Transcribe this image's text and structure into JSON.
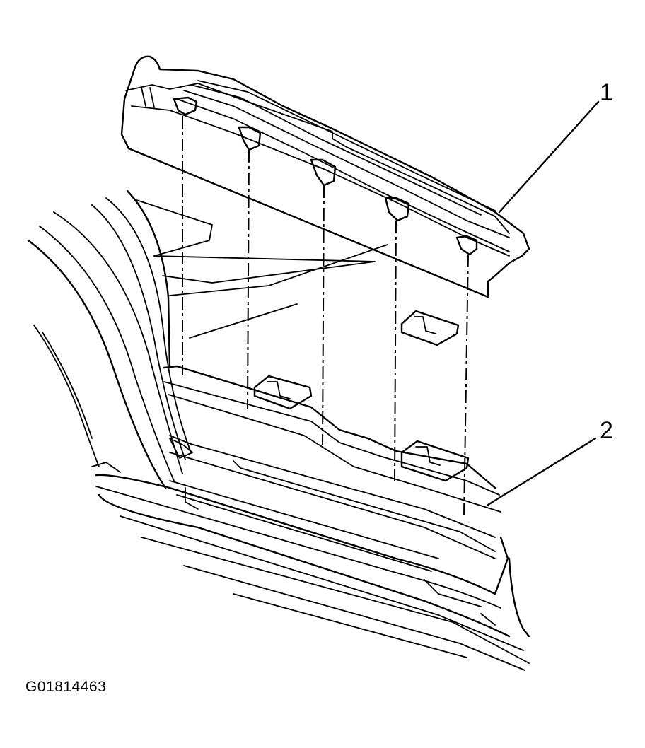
{
  "diagram": {
    "callouts": [
      {
        "id": "1",
        "label": "1"
      },
      {
        "id": "2",
        "label": "2"
      }
    ],
    "figure_id": "G01814463",
    "colors": {
      "line": "#000000",
      "background": "#ffffff"
    }
  }
}
